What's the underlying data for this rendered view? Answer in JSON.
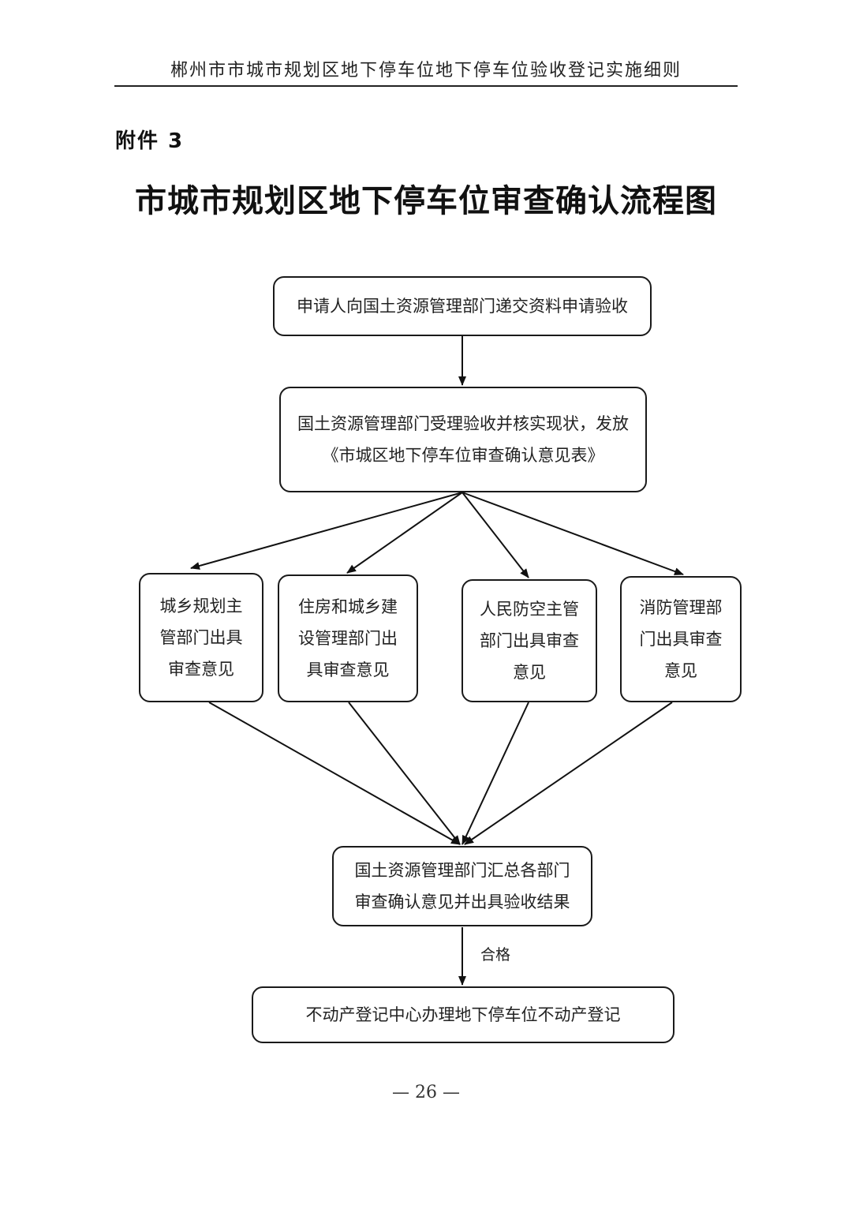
{
  "header": {
    "text": "郴州市市城市规划区地下停车位地下停车位验收登记实施细则"
  },
  "attachment_label": "附件 3",
  "title": "市城市规划区地下停车位审查确认流程图",
  "flow": {
    "step1": "申请人向国土资源管理部门递交资料申请验收",
    "step2": [
      "国土资源管理部门受理验收并核实现状，发放",
      "《市城区地下停车位审查确认意见表》"
    ],
    "dept_planning": [
      "城乡规划主",
      "管部门出具",
      "审查意见"
    ],
    "dept_housing": [
      "住房和城乡建",
      "设管理部门出",
      "具审查意见"
    ],
    "dept_civil_defense": [
      "人民防空主管",
      "部门出具审查",
      "意见"
    ],
    "dept_fire": [
      "消防管理部",
      "门出具审查",
      "意见"
    ],
    "step4": [
      "国土资源管理部门汇总各部门",
      "审查确认意见并出具验收结果"
    ],
    "pass_label": "合格",
    "step5": "不动产登记中心办理地下停车位不动产登记"
  },
  "page_number": "— 26 —"
}
